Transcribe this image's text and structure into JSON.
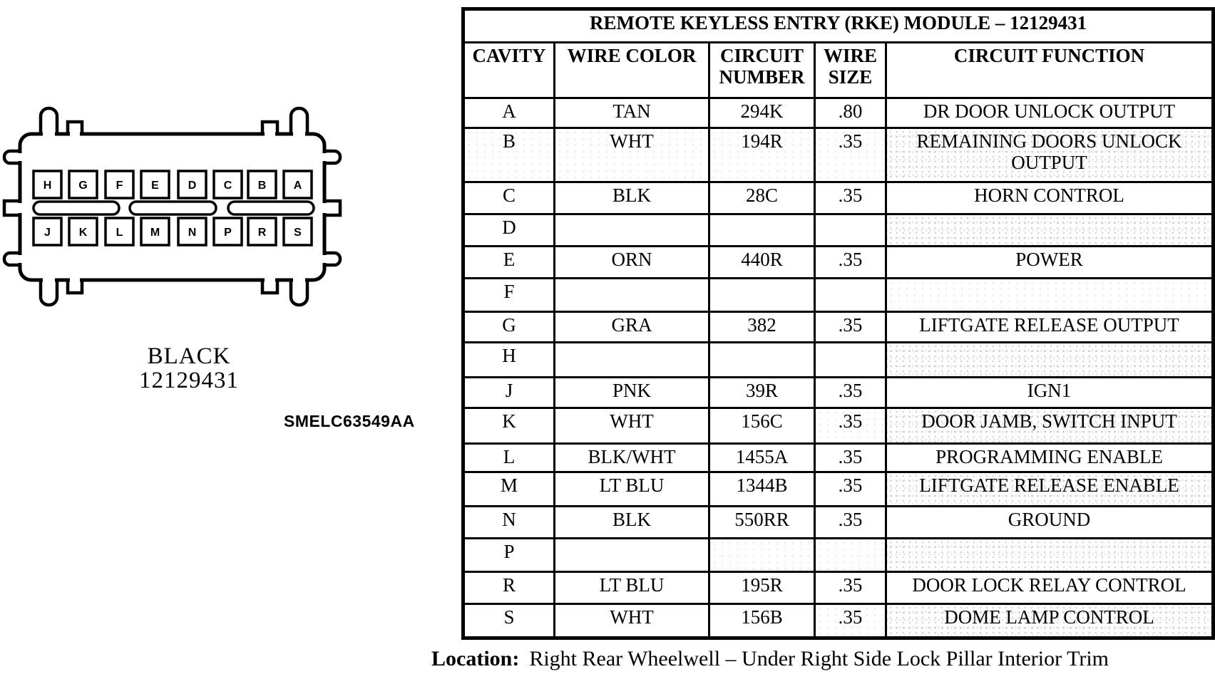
{
  "connector": {
    "label_line1": "BLACK",
    "label_line2": "12129431",
    "figure_code": "SMELC63549AA",
    "pins_top": [
      "H",
      "G",
      "F",
      "E",
      "D",
      "C",
      "B",
      "A"
    ],
    "pins_bottom": [
      "J",
      "K",
      "L",
      "M",
      "N",
      "P",
      "R",
      "S"
    ]
  },
  "table": {
    "title": "REMOTE KEYLESS ENTRY (RKE) MODULE – 12129431",
    "columns": {
      "cavity": "CAVITY",
      "wire_color": "WIRE COLOR",
      "circuit_number": "CIRCUIT NUMBER",
      "wire_size": "WIRE SIZE",
      "circuit_function": "CIRCUIT FUNCTION"
    },
    "rows": [
      {
        "cavity": "A",
        "wire_color": "TAN",
        "circuit_number": "294K",
        "wire_size": ".80",
        "circuit_function": "DR DOOR UNLOCK OUTPUT"
      },
      {
        "cavity": "B",
        "wire_color": "WHT",
        "circuit_number": "194R",
        "wire_size": ".35",
        "circuit_function": "REMAINING DOORS UNLOCK OUTPUT"
      },
      {
        "cavity": "C",
        "wire_color": "BLK",
        "circuit_number": "28C",
        "wire_size": ".35",
        "circuit_function": "HORN CONTROL"
      },
      {
        "cavity": "D",
        "wire_color": "",
        "circuit_number": "",
        "wire_size": "",
        "circuit_function": ""
      },
      {
        "cavity": "E",
        "wire_color": "ORN",
        "circuit_number": "440R",
        "wire_size": ".35",
        "circuit_function": "POWER"
      },
      {
        "cavity": "F",
        "wire_color": "",
        "circuit_number": "",
        "wire_size": "",
        "circuit_function": ""
      },
      {
        "cavity": "G",
        "wire_color": "GRA",
        "circuit_number": "382",
        "wire_size": ".35",
        "circuit_function": "LIFTGATE RELEASE OUTPUT"
      },
      {
        "cavity": "H",
        "wire_color": "",
        "circuit_number": "",
        "wire_size": "",
        "circuit_function": ""
      },
      {
        "cavity": "J",
        "wire_color": "PNK",
        "circuit_number": "39R",
        "wire_size": ".35",
        "circuit_function": "IGN1"
      },
      {
        "cavity": "K",
        "wire_color": "WHT",
        "circuit_number": "156C",
        "wire_size": ".35",
        "circuit_function": "DOOR JAMB, SWITCH INPUT"
      },
      {
        "cavity": "L",
        "wire_color": "BLK/WHT",
        "circuit_number": "1455A",
        "wire_size": ".35",
        "circuit_function": "PROGRAMMING ENABLE"
      },
      {
        "cavity": "M",
        "wire_color": "LT BLU",
        "circuit_number": "1344B",
        "wire_size": ".35",
        "circuit_function": "LIFTGATE RELEASE ENABLE"
      },
      {
        "cavity": "N",
        "wire_color": "BLK",
        "circuit_number": "550RR",
        "wire_size": ".35",
        "circuit_function": "GROUND"
      },
      {
        "cavity": "P",
        "wire_color": "",
        "circuit_number": "",
        "wire_size": "",
        "circuit_function": ""
      },
      {
        "cavity": "R",
        "wire_color": "LT BLU",
        "circuit_number": "195R",
        "wire_size": ".35",
        "circuit_function": "DOOR LOCK RELAY CONTROL"
      },
      {
        "cavity": "S",
        "wire_color": "WHT",
        "circuit_number": "156B",
        "wire_size": ".35",
        "circuit_function": "DOME LAMP CONTROL"
      }
    ]
  },
  "footer": {
    "location_label": "Location:",
    "location_text": "Right Rear Wheelwell – Under Right Side Lock Pillar Interior Trim"
  },
  "colors": {
    "ink": "#000000",
    "paper": "#ffffff"
  }
}
